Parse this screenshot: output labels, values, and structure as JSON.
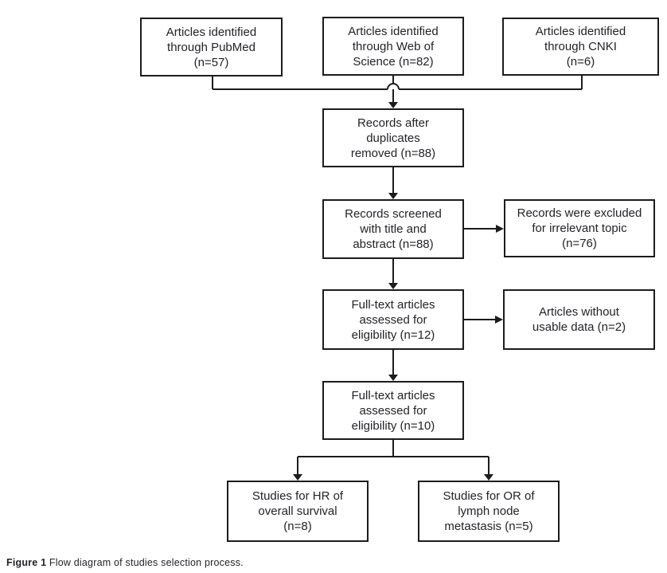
{
  "figure": {
    "caption_label": "Figure 1",
    "caption_text": " Flow diagram of studies selection process."
  },
  "diagram": {
    "nodes": {
      "pubmed": {
        "label": "Articles identified\nthrough PubMed\n(n=57)",
        "count": 57
      },
      "web_of_science": {
        "label": "Articles identified\nthrough Web of\nScience (n=82)",
        "count": 82
      },
      "cnki": {
        "label": "Articles identified\nthrough CNKI\n(n=6)",
        "count": 6
      },
      "duplicates_removed": {
        "label": "Records after\nduplicates\nremoved (n=88)",
        "count": 88
      },
      "records_screened": {
        "label": "Records screened\nwith title and\nabstract (n=88)",
        "count": 88
      },
      "excluded_irrelevant": {
        "label": "Records were excluded\nfor irrelevant topic\n(n=76)",
        "count": 76
      },
      "fulltext_assessed_12": {
        "label": "Full-text articles\nassessed for\neligibility (n=12)",
        "count": 12
      },
      "no_usable_data": {
        "label": "Articles without\nusable data (n=2)",
        "count": 2
      },
      "fulltext_assessed_10": {
        "label": "Full-text articles\nassessed for\neligibility (n=10)",
        "count": 10
      },
      "hr_overall_survival": {
        "label": "Studies for HR of\noverall survival\n(n=8)",
        "count": 8
      },
      "or_lymph_node_metastasis": {
        "label": "Studies for OR of\nlymph node\nmetastasis (n=5)",
        "count": 5
      }
    }
  },
  "colors": {
    "line": "#1c1c1e",
    "text": "#232329",
    "background": "#ffffff"
  }
}
